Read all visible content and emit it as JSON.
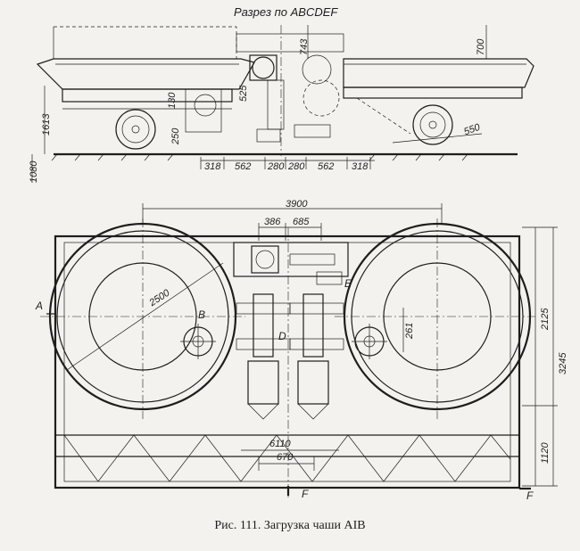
{
  "section_title": "Разрез по ABCDEF",
  "caption": "Рис. 111. Загрузка чаши АІВ",
  "side_view": {
    "dims_vertical": [
      "743",
      "700",
      "1613",
      "130",
      "525",
      "250",
      "1080"
    ],
    "dim_wheel": "550",
    "dims_bottom": [
      "318",
      "562",
      "280",
      "280",
      "562",
      "318"
    ]
  },
  "plan_view": {
    "dim_total": "3900",
    "dim_top_a": "386",
    "dim_top_b": "685",
    "dim_diameter": "2500",
    "dim_right_upper": "2125",
    "dim_right_total": "3245",
    "dim_right_lower": "1120",
    "dim_center": "261",
    "dim_bottom_a": "6110",
    "dim_bottom_b": "670",
    "labels": {
      "a": "A",
      "b": "B",
      "d": "D",
      "e": "E",
      "f_bottom": "F",
      "f_right": "F"
    }
  }
}
